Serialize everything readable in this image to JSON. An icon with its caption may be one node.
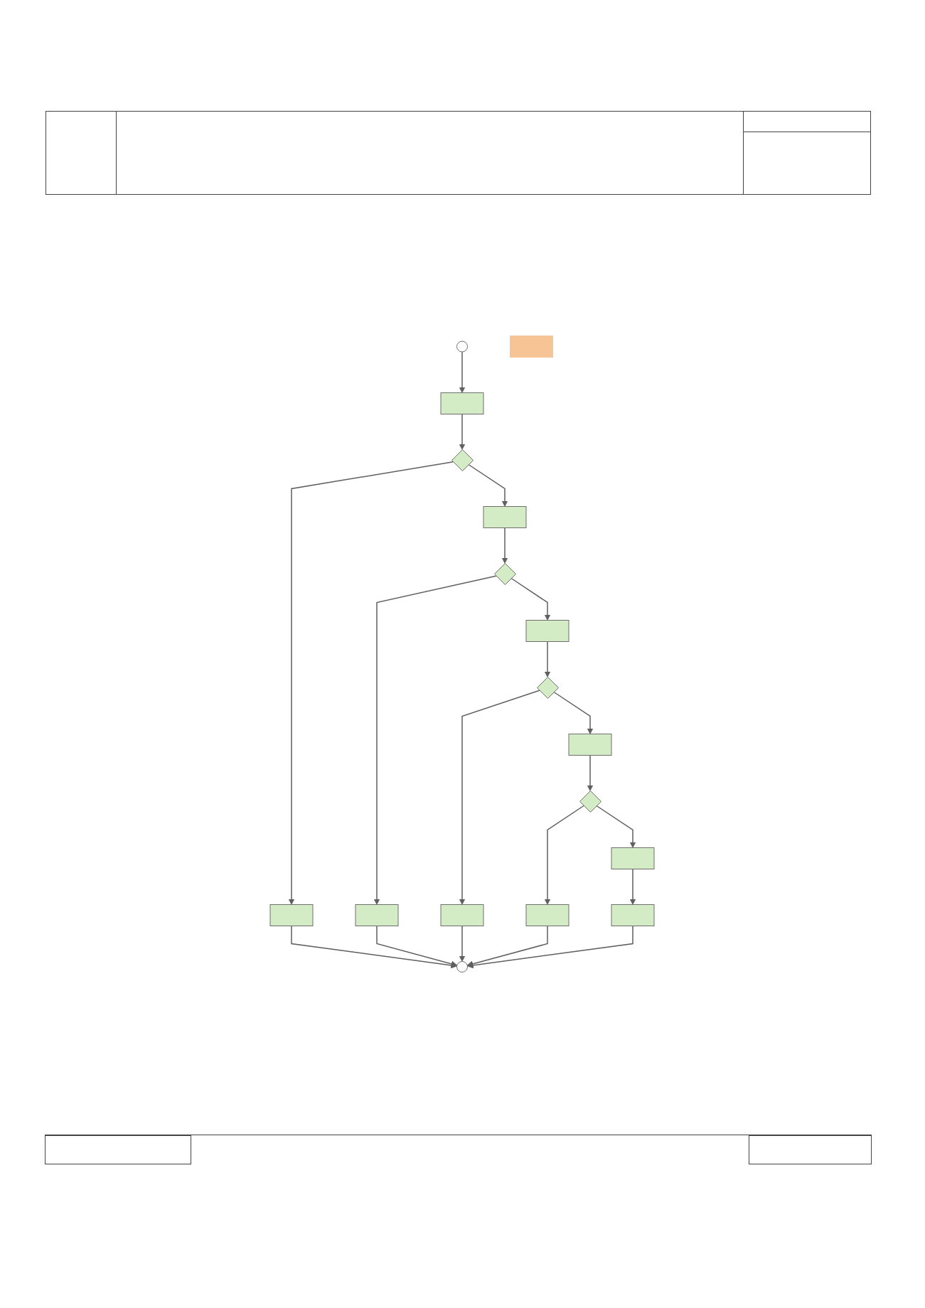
{
  "diagram": {
    "nodes": [
      {
        "text": [],
        "shape": "circle"
      },
      {
        "text": [],
        "shape": "box"
      },
      {
        "text": [],
        "shape": "diamond"
      },
      {
        "text": [],
        "shape": "box"
      },
      {
        "text": [],
        "shape": "box"
      },
      {
        "text": [],
        "shape": "diamond"
      },
      {
        "text": [],
        "shape": "box"
      },
      {
        "text": [],
        "shape": "box"
      },
      {
        "text": [],
        "shape": "diamond"
      },
      {
        "text": [],
        "shape": "box"
      },
      {
        "text": [],
        "shape": "box"
      },
      {
        "text": [],
        "shape": "diamond"
      },
      {
        "text": [],
        "shape": "box"
      },
      {
        "text": [],
        "shape": "box"
      },
      {
        "text": [],
        "shape": "box"
      },
      {
        "text": [],
        "shape": "circle"
      },
      {
        "text": [],
        "shape": "bar"
      }
    ],
    "edges": [
      {
        "from": 0,
        "to": 1,
        "arrow": "to"
      },
      {
        "from": 1,
        "to": 2,
        "arrow": "to"
      },
      {
        "from": 2,
        "to": 3,
        "arrow": "to"
      },
      {
        "from": 2,
        "to": 4,
        "arrow": "to"
      },
      {
        "from": 3,
        "to": 15,
        "arrow": "to"
      },
      {
        "from": 4,
        "to": 5,
        "arrow": "to"
      },
      {
        "from": 5,
        "to": 6,
        "arrow": "to"
      },
      {
        "from": 5,
        "to": 7,
        "arrow": "to"
      },
      {
        "from": 6,
        "to": 15,
        "arrow": "to"
      },
      {
        "from": 7,
        "to": 8,
        "arrow": "to"
      },
      {
        "from": 8,
        "to": 9,
        "arrow": "to"
      },
      {
        "from": 8,
        "to": 10,
        "arrow": "to"
      },
      {
        "from": 9,
        "to": 15,
        "arrow": "to"
      },
      {
        "from": 10,
        "to": 11,
        "arrow": "to"
      },
      {
        "from": 11,
        "to": 12,
        "arrow": "to"
      },
      {
        "from": 11,
        "to": 13,
        "arrow": "to"
      },
      {
        "from": 12,
        "to": 15,
        "arrow": "to"
      },
      {
        "from": 13,
        "to": 14,
        "arrow": "to"
      },
      {
        "from": 14,
        "to": 15,
        "arrow": "to"
      }
    ]
  }
}
